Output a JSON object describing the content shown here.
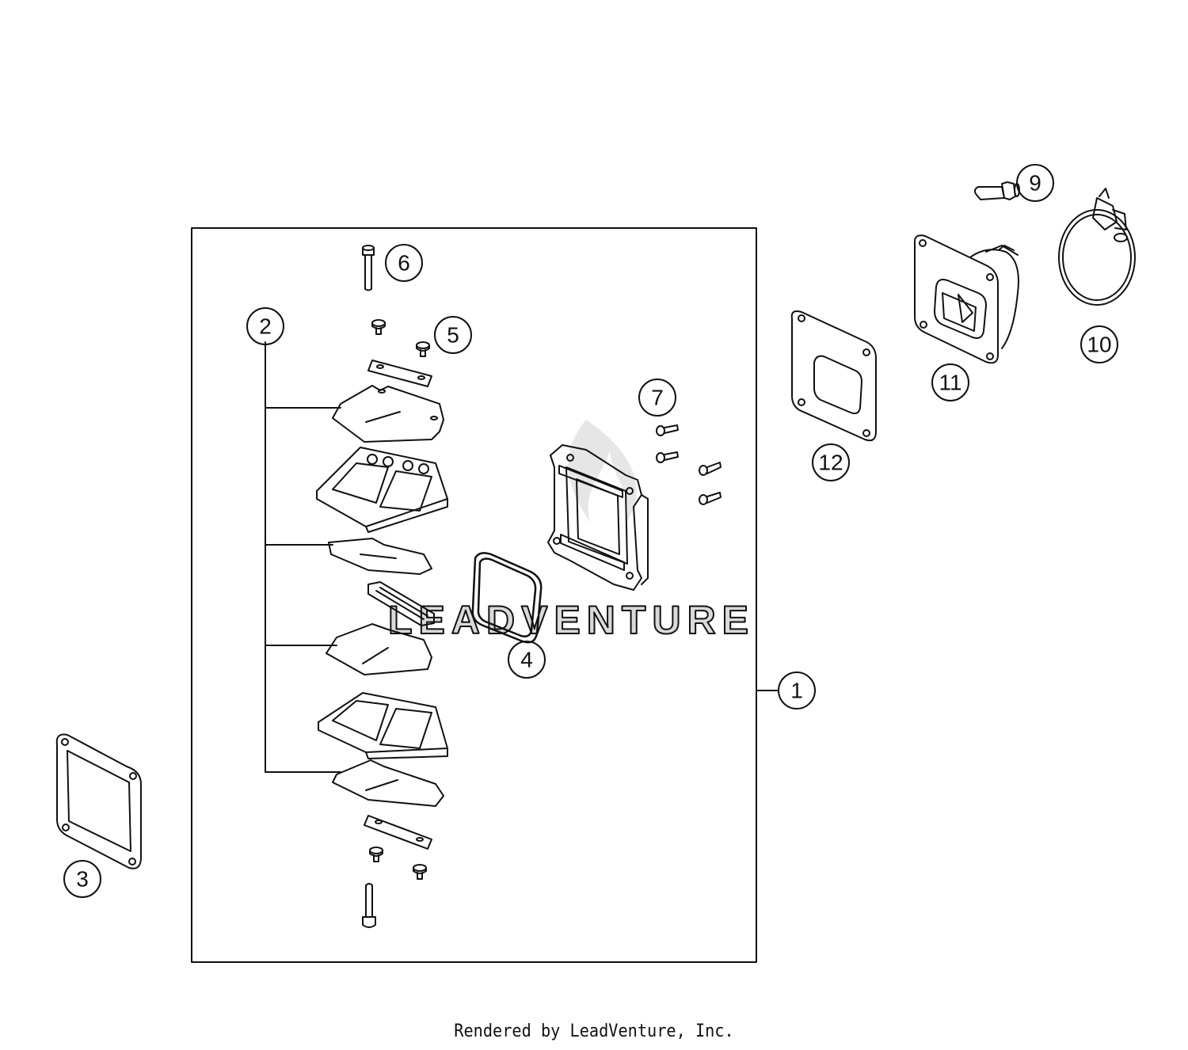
{
  "callouts": {
    "c1": "1",
    "c2": "2",
    "c3": "3",
    "c4": "4",
    "c5": "5",
    "c6": "6",
    "c7": "7",
    "c9": "9",
    "c10": "10",
    "c11": "11",
    "c12": "12"
  },
  "watermark": "LEADVENTURE",
  "footer": "Rendered by LeadVenture, Inc."
}
